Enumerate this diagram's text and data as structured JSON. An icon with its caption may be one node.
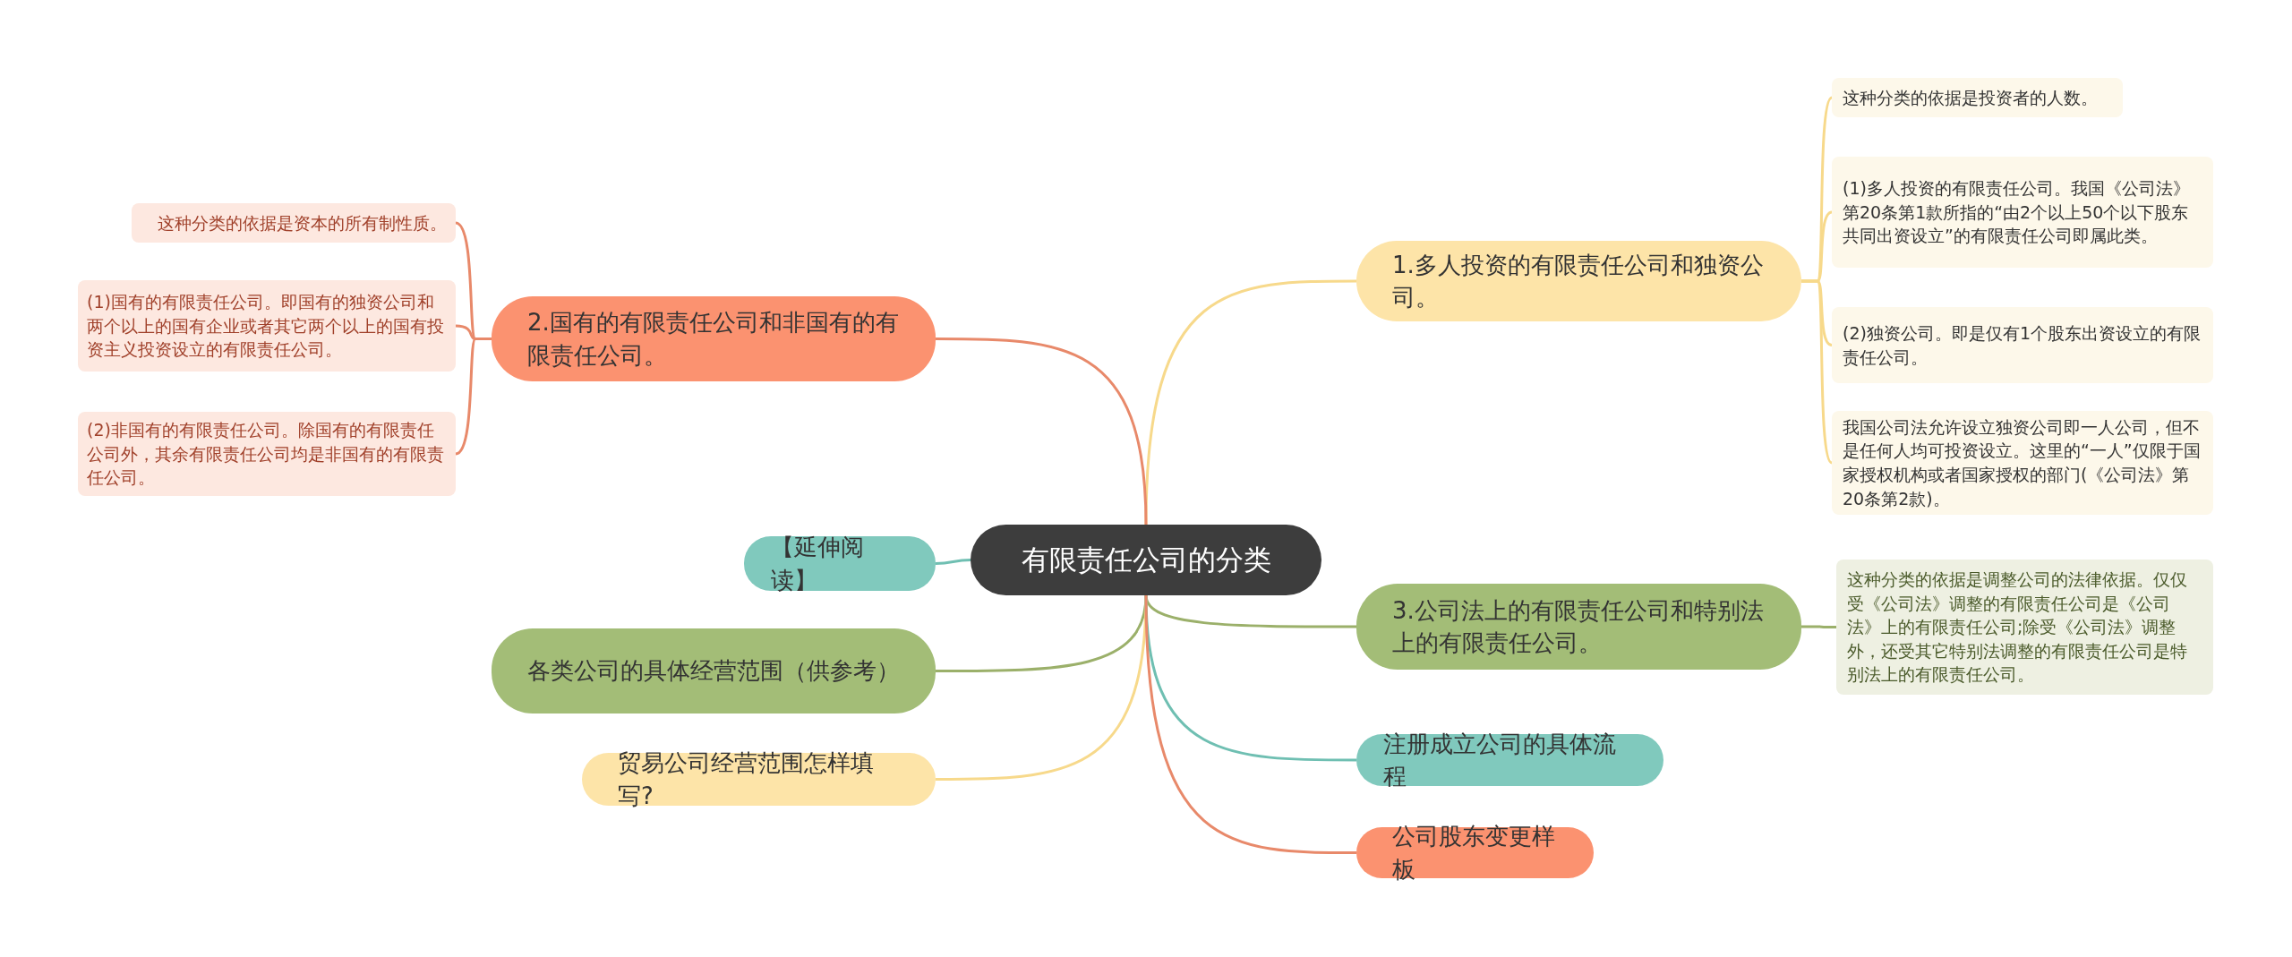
{
  "diagram": {
    "nodes": [
      {
        "text": [
          "有限责任公司的分类"
        ]
      },
      {
        "text": [
          "1.多人投资的有限责任公司和独资公司。"
        ]
      },
      {
        "text": [
          "这种分类的依据是投资者的人数。"
        ]
      },
      {
        "text": [
          "(1)多人投资的有限责任公司。我国《公司法》第20条第1款所指的“由2个以上50个以下股东共同出资设立”的有限责任公司即属此类。"
        ]
      },
      {
        "text": [
          "(2)独资公司。即是仅有1个股东出资设立的有限责任公司。"
        ]
      },
      {
        "text": [
          "我国公司法允许设立独资公司即一人公司，但不是任何人均可投资设立。这里的“一人”仅限于国家授权机构或者国家授权的部门(《公司法》第20条第2款)。"
        ]
      },
      {
        "text": [
          "2.国有的有限责任公司和非国有的有限责任公司。"
        ]
      },
      {
        "text": [
          "这种分类的依据是资本的所有制性质。"
        ]
      },
      {
        "text": [
          "(1)国有的有限责任公司。即国有的独资公司和两个以上的国有企业或者其它两个以上的国有投资主义投资设立的有限责任公司。"
        ]
      },
      {
        "text": [
          "(2)非国有的有限责任公司。除国有的有限责任公司外，其余有限责任公司均是非国有的有限责任公司。"
        ]
      },
      {
        "text": [
          "3.公司法上的有限责任公司和特别法上的有限责任公司。"
        ]
      },
      {
        "text": [
          "这种分类的依据是调整公司的法律依据。仅仅受《公司法》调整的有限责任公司是《公司法》上的有限责任公司;除受《公司法》调整外，还受其它特别法调整的有限责任公司是特别法上的有限责任公司。"
        ]
      },
      {
        "text": [
          "【延伸阅读】"
        ]
      },
      {
        "text": [
          "各类公司的具体经营范围（供参考）"
        ]
      },
      {
        "text": [
          "贸易公司经营范围怎样填写?"
        ]
      },
      {
        "text": [
          "注册成立公司的具体流程"
        ]
      },
      {
        "text": [
          "公司股东变更样板"
        ]
      }
    ],
    "edges": [
      {
        "from": 0,
        "to": 1,
        "arrow": "none"
      },
      {
        "from": 1,
        "to": 2,
        "arrow": "none"
      },
      {
        "from": 1,
        "to": 3,
        "arrow": "none"
      },
      {
        "from": 1,
        "to": 4,
        "arrow": "none"
      },
      {
        "from": 1,
        "to": 5,
        "arrow": "none"
      },
      {
        "from": 0,
        "to": 6,
        "arrow": "none",
        "color": "#e8896a"
      },
      {
        "from": 6,
        "to": 7,
        "arrow": "none",
        "color": "#e8896a"
      },
      {
        "from": 6,
        "to": 8,
        "arrow": "none",
        "color": "#e8896a"
      },
      {
        "from": 6,
        "to": 9,
        "arrow": "none",
        "color": "#e8896a"
      },
      {
        "from": 0,
        "to": 10,
        "arrow": "none",
        "color": "#9bb06a"
      },
      {
        "from": 10,
        "to": 11,
        "arrow": "none",
        "color": "#9bb06a"
      },
      {
        "from": 0,
        "to": 12,
        "arrow": "none",
        "color": "#6fbfb2"
      },
      {
        "from": 0,
        "to": 13,
        "arrow": "none",
        "color": "#9bb06a"
      },
      {
        "from": 0,
        "to": 14,
        "arrow": "none"
      },
      {
        "from": 0,
        "to": 15,
        "arrow": "none",
        "color": "#6fbfb2"
      },
      {
        "from": 0,
        "to": 16,
        "arrow": "none",
        "color": "#e8896a"
      }
    ]
  }
}
